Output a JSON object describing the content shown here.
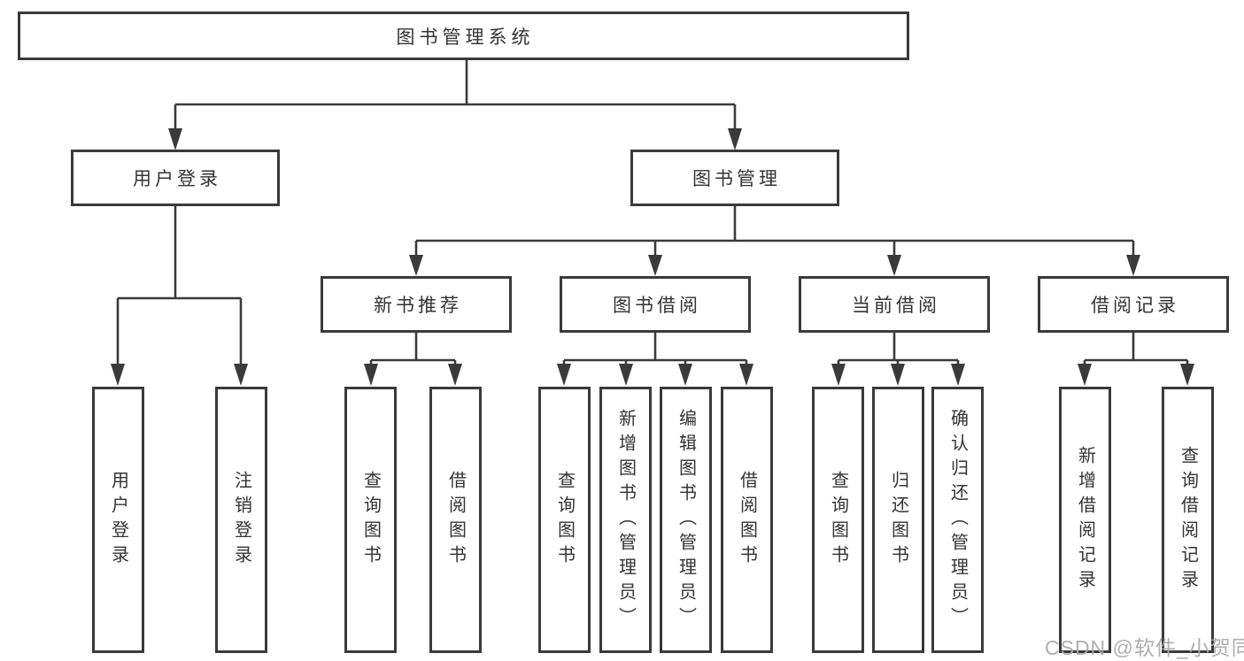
{
  "nodes": {
    "root": "图书管理系统",
    "level2": {
      "login": "用户登录",
      "management": "图书管理"
    },
    "level3": {
      "recommend": "新书推荐",
      "borrow": "图书借阅",
      "current": "当前借阅",
      "records": "借阅记录"
    },
    "leaves": {
      "login": [
        "用户登录",
        "注销登录"
      ],
      "recommend": [
        "查询图书",
        "借阅图书"
      ],
      "borrow": [
        "查询图书",
        "新增图书（管理员）",
        "编辑图书（管理员）",
        "借阅图书"
      ],
      "current": [
        "查询图书",
        "归还图书",
        "确认归还（管理员）"
      ],
      "records": [
        "新增借阅记录",
        "查询借阅记录"
      ]
    }
  },
  "watermark": "CSDN @软件_小贺同学",
  "colors": {
    "line": "#3a3a3a",
    "text": "#333333",
    "background": "#ffffff",
    "watermark": "#aaaaaa"
  }
}
